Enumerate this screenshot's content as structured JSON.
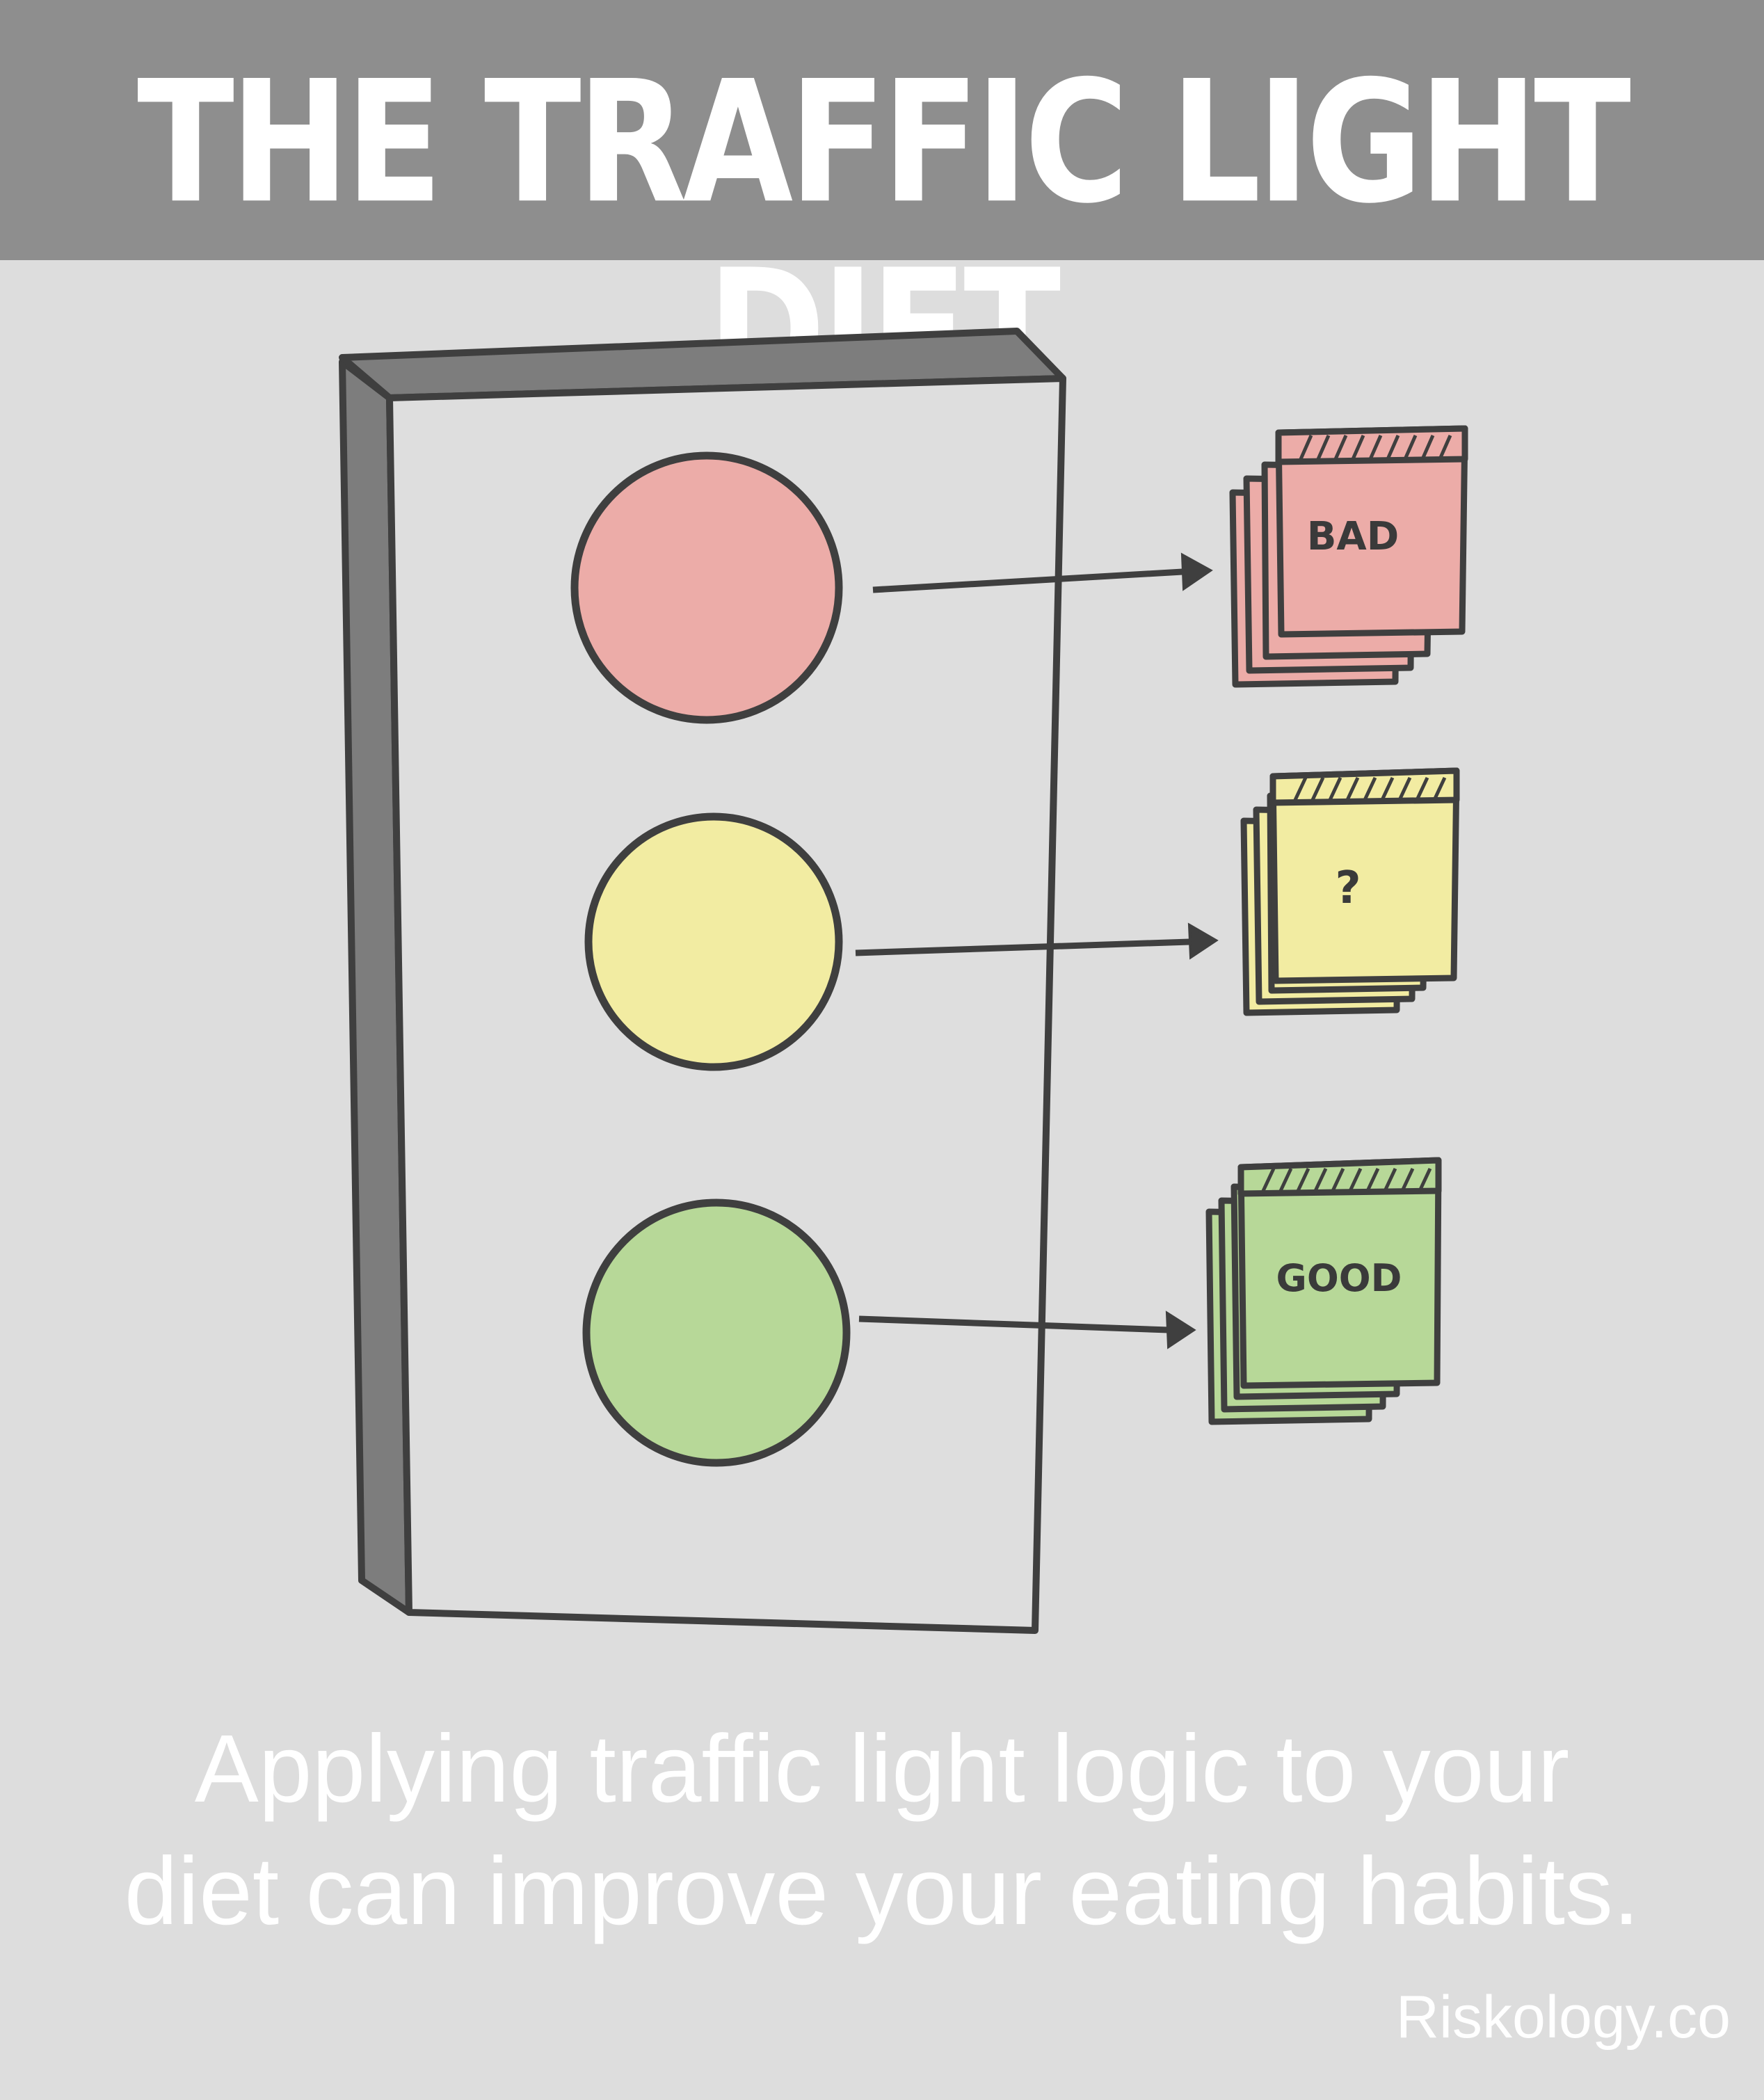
{
  "header": {
    "title": "THE TRAFFIC LIGHT DIET"
  },
  "illustration": {
    "lights": [
      {
        "color": "red",
        "fill": "#ecaca8",
        "label": "BAD",
        "card_fill": "#ecaca8"
      },
      {
        "color": "yellow",
        "fill": "#f2eca2",
        "label": "?",
        "card_fill": "#f2eca2"
      },
      {
        "color": "green",
        "fill": "#b7d898",
        "label": "GOOD",
        "card_fill": "#b7d898"
      }
    ],
    "housing_side_color": "#7d7d7d",
    "outline_color": "#3f3f3f"
  },
  "caption": {
    "line1": "Applying traffic light logic to your",
    "line2": "diet can improve your eating habits."
  },
  "watermark": "Riskology.co"
}
